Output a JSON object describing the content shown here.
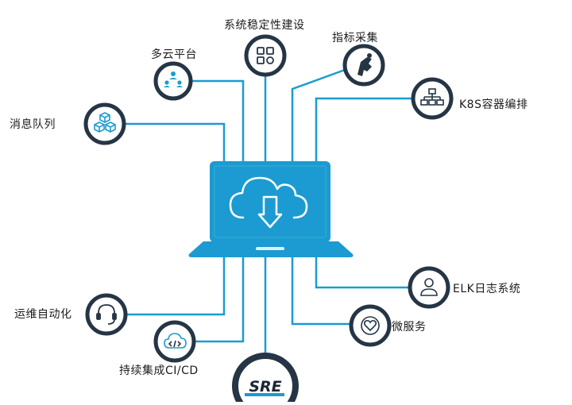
{
  "center": {
    "name": "laptop-cloud-download",
    "badge_text": "SRE"
  },
  "nodes": [
    {
      "id": "xiaoxi",
      "label": "消息队列",
      "icon": "cubes-icon"
    },
    {
      "id": "duoyun",
      "label": "多云平台",
      "icon": "users-network-icon"
    },
    {
      "id": "xitong",
      "label": "系统稳定性建设",
      "icon": "grid-blocks-icon"
    },
    {
      "id": "zhibiao",
      "label": "指标采集",
      "icon": "puzzle-hand-icon"
    },
    {
      "id": "k8s",
      "label": "K8S容器编排",
      "icon": "hierarchy-icon"
    },
    {
      "id": "elk",
      "label": "ELK日志系统",
      "icon": "user-badge-icon"
    },
    {
      "id": "weifuwu",
      "label": "微服务",
      "icon": "heart-circle-icon"
    },
    {
      "id": "yunwei",
      "label": "运维自动化",
      "icon": "headset-icon"
    },
    {
      "id": "chixu",
      "label": "持续集成CI/CD",
      "icon": "cloud-code-icon"
    }
  ],
  "colors": {
    "accent": "#1b9bd1",
    "node_ring": "#263545",
    "text": "#1c1c1c"
  }
}
